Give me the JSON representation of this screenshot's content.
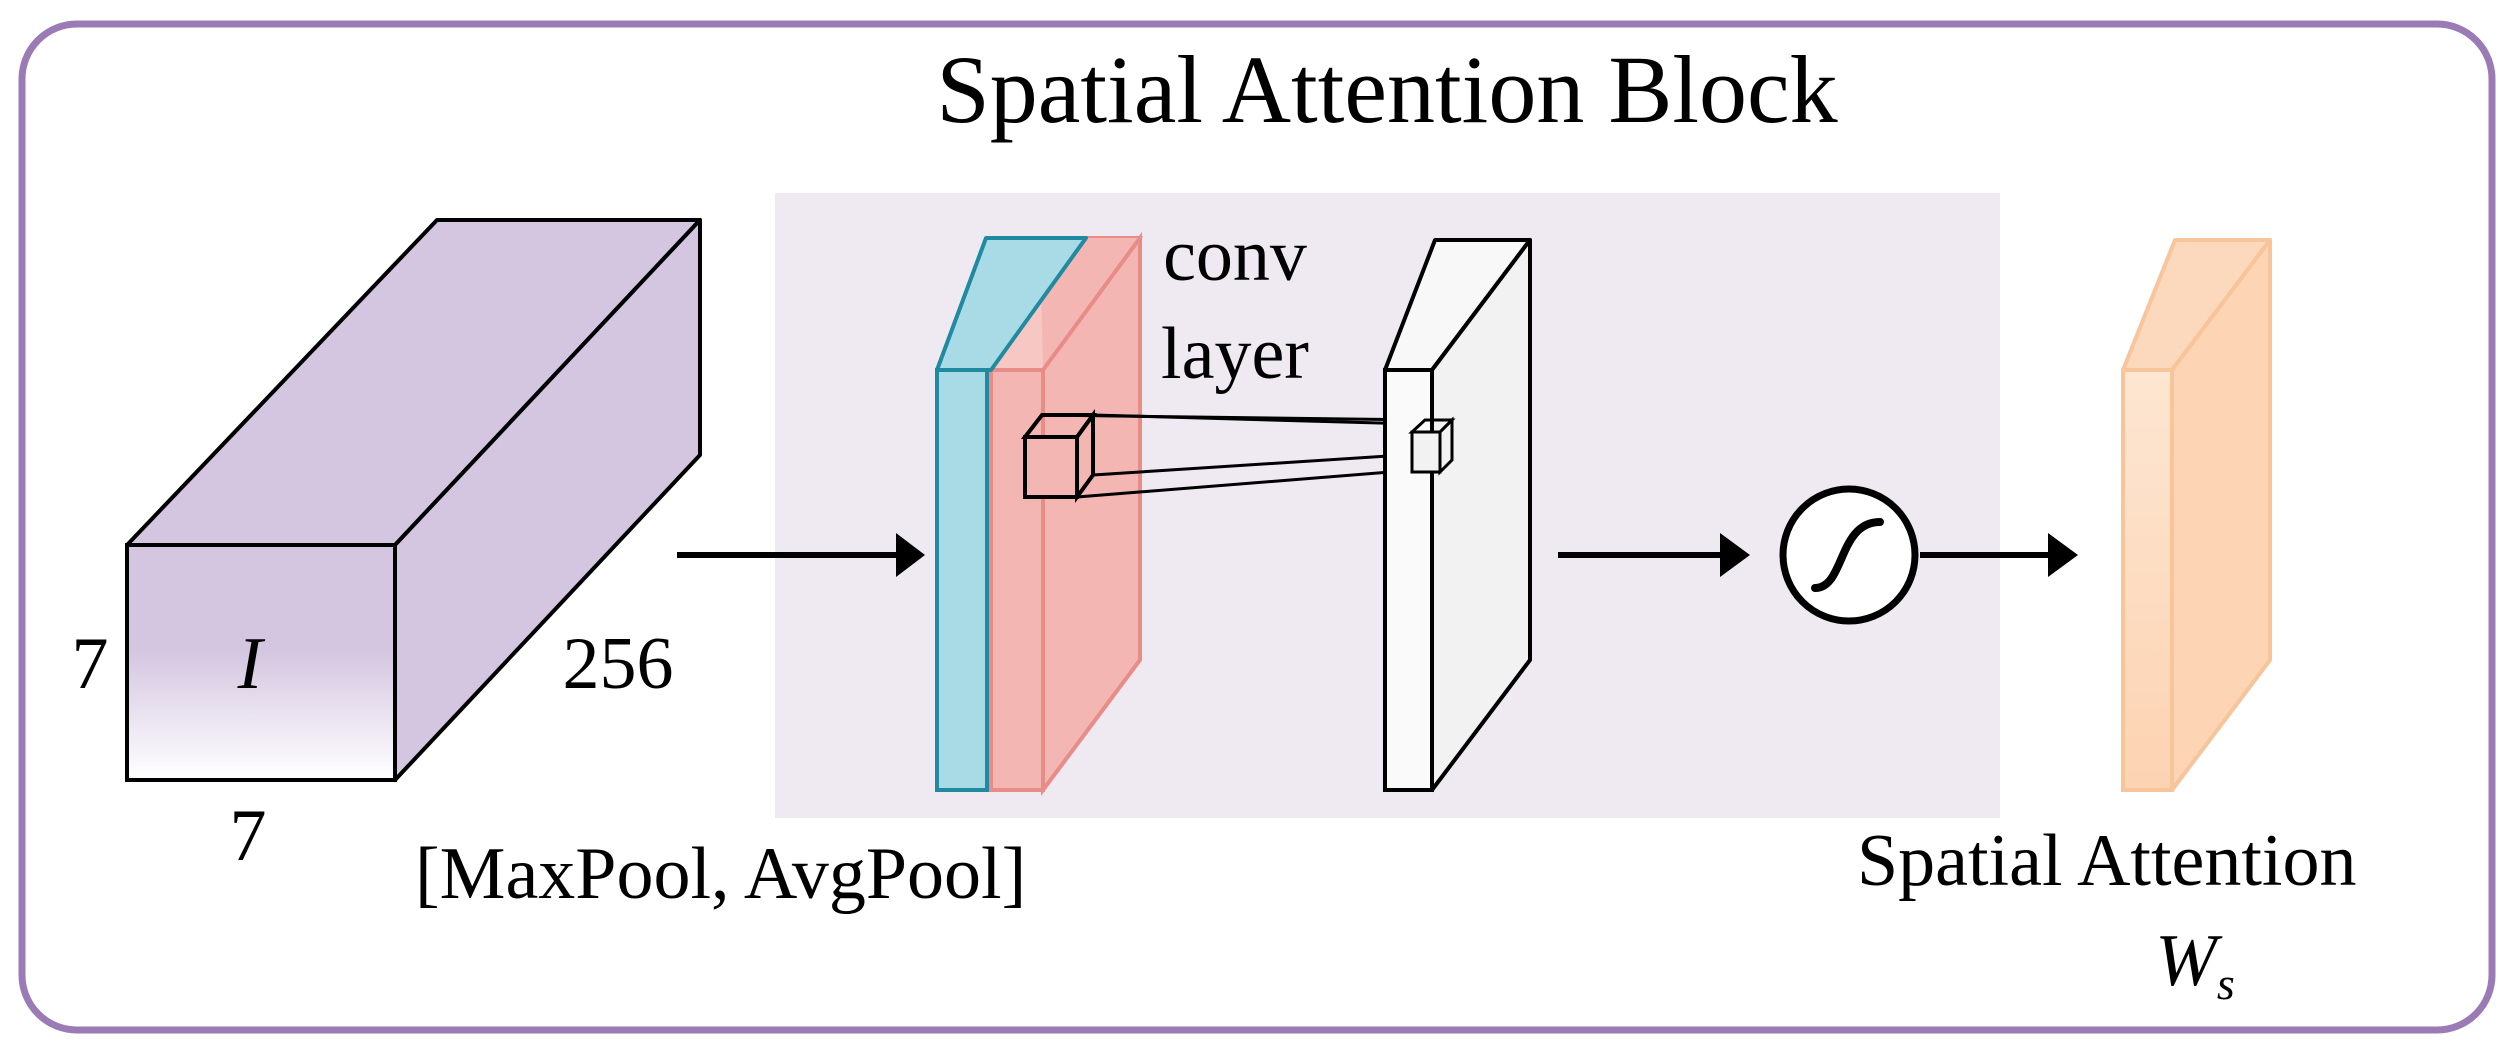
{
  "title": "Spatial Attention Block",
  "input_tensor": {
    "symbol": "I",
    "height_label": "7",
    "width_label": "7",
    "depth_label": "256"
  },
  "pooling_label": "[MaxPool, AvgPool]",
  "conv_label": {
    "line1": "conv",
    "line2": "layer"
  },
  "output": {
    "label": "Spatial Attention",
    "symbol": "W",
    "symbol_subscript": "s"
  },
  "colors": {
    "frame_border": "#9b7bb5",
    "input_block": "#d4c6e0",
    "conv_panel": "#efe9f2",
    "maxpool_map": "#a8dbe6",
    "maxpool_edge": "#1f8aa0",
    "avgpool_map": "#f4b6b2",
    "avgpool_edge": "#e88c88",
    "conv_output_map": "#f2f2f2",
    "attention_map": "#fdd5b5",
    "attention_edge": "#f8c49a"
  },
  "icons": {
    "activation": "sigmoid-icon",
    "flow": "arrow-right-icon"
  }
}
